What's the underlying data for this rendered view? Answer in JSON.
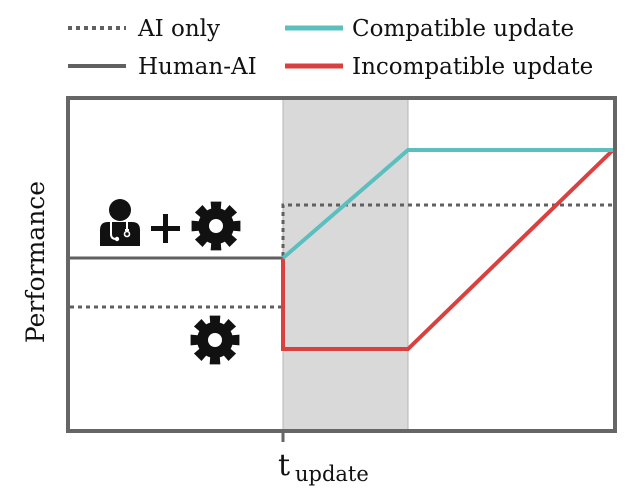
{
  "legend": {
    "ai_only": "AI only",
    "human_ai": "Human-AI",
    "compatible": "Compatible update",
    "incompatible": "Incompatible update"
  },
  "axis": {
    "ylabel": "Performance",
    "xtick_main": "t",
    "xtick_sub": "update"
  },
  "icons": {
    "human_ai": "doctor-icon",
    "plus": "plus-icon",
    "ai": "gear-icon"
  },
  "colors": {
    "compatible": "#5bbfbf",
    "incompatible": "#d94141",
    "human_ai_line": "#606060",
    "ai_only_line": "#606060",
    "frame": "#666666",
    "shade": "#d9d9d9"
  }
}
